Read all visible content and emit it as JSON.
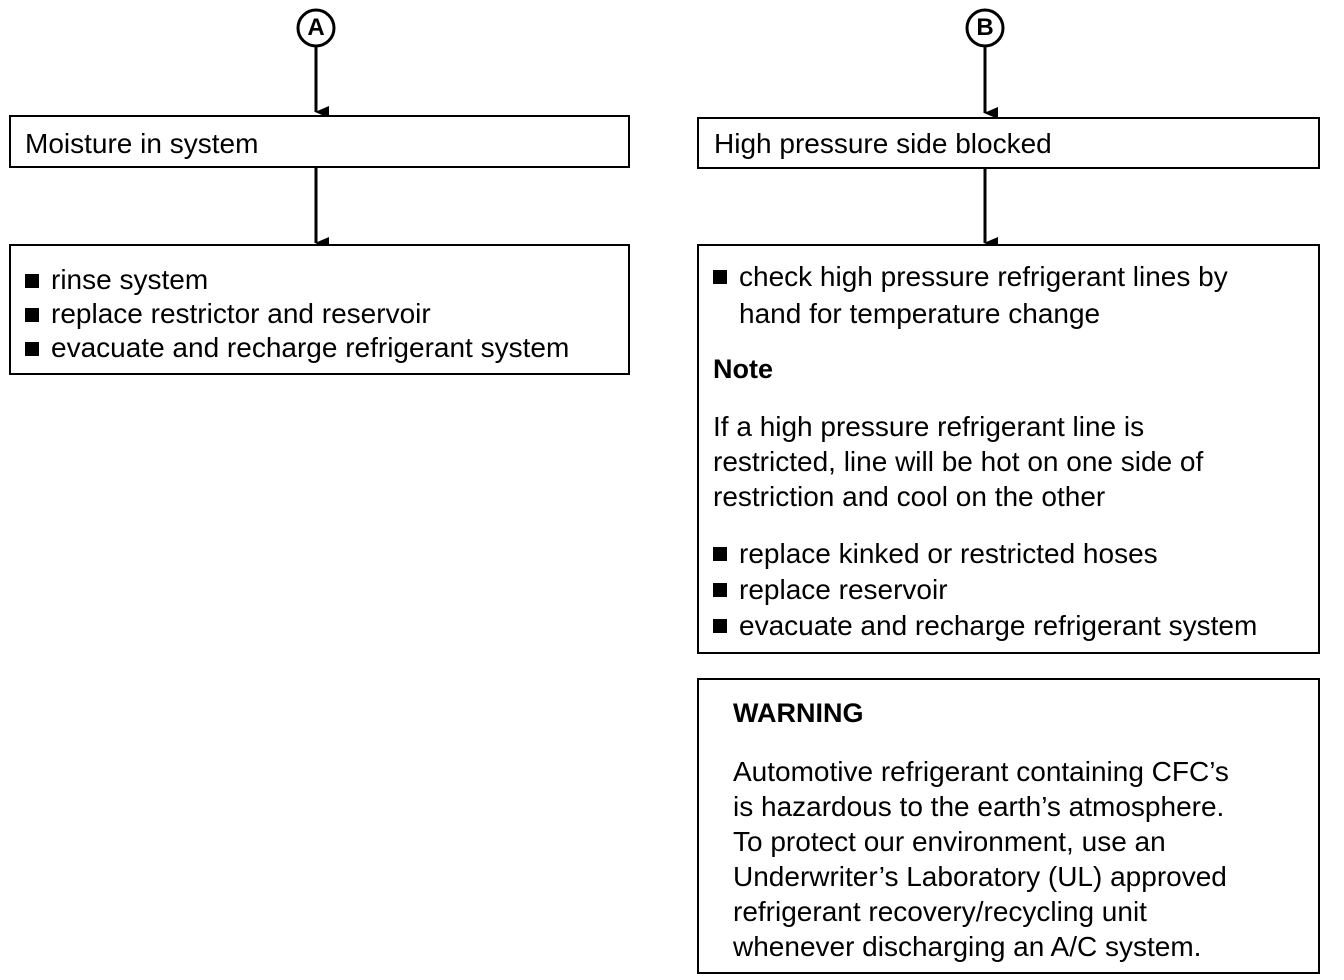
{
  "left_branch": {
    "connector_label": "A",
    "condition": "Moisture in system",
    "actions": [
      "rinse system",
      "replace restrictor and reservoir",
      "evacuate and recharge refrigerant system"
    ]
  },
  "right_branch": {
    "connector_label": "B",
    "condition": "High pressure side blocked",
    "check_action_line1": "check high pressure refrigerant lines by",
    "check_action_line2": "hand for temperature change",
    "note": {
      "heading": "Note",
      "text_line1": "If a high pressure refrigerant line is",
      "text_line2": "restricted, line will be hot on one side of",
      "text_line3": "restriction and cool on the other"
    },
    "actions": [
      "replace kinked or restricted hoses",
      "replace reservoir",
      "evacuate and recharge refrigerant system"
    ]
  },
  "warning": {
    "heading": "WARNING",
    "lines": [
      "Automotive refrigerant containing CFC’s",
      "is hazardous to the earth’s atmosphere.",
      "To protect our environment, use an",
      "Underwriter’s Laboratory (UL) approved",
      "refrigerant recovery/recycling unit",
      "whenever discharging an A/C system."
    ]
  }
}
